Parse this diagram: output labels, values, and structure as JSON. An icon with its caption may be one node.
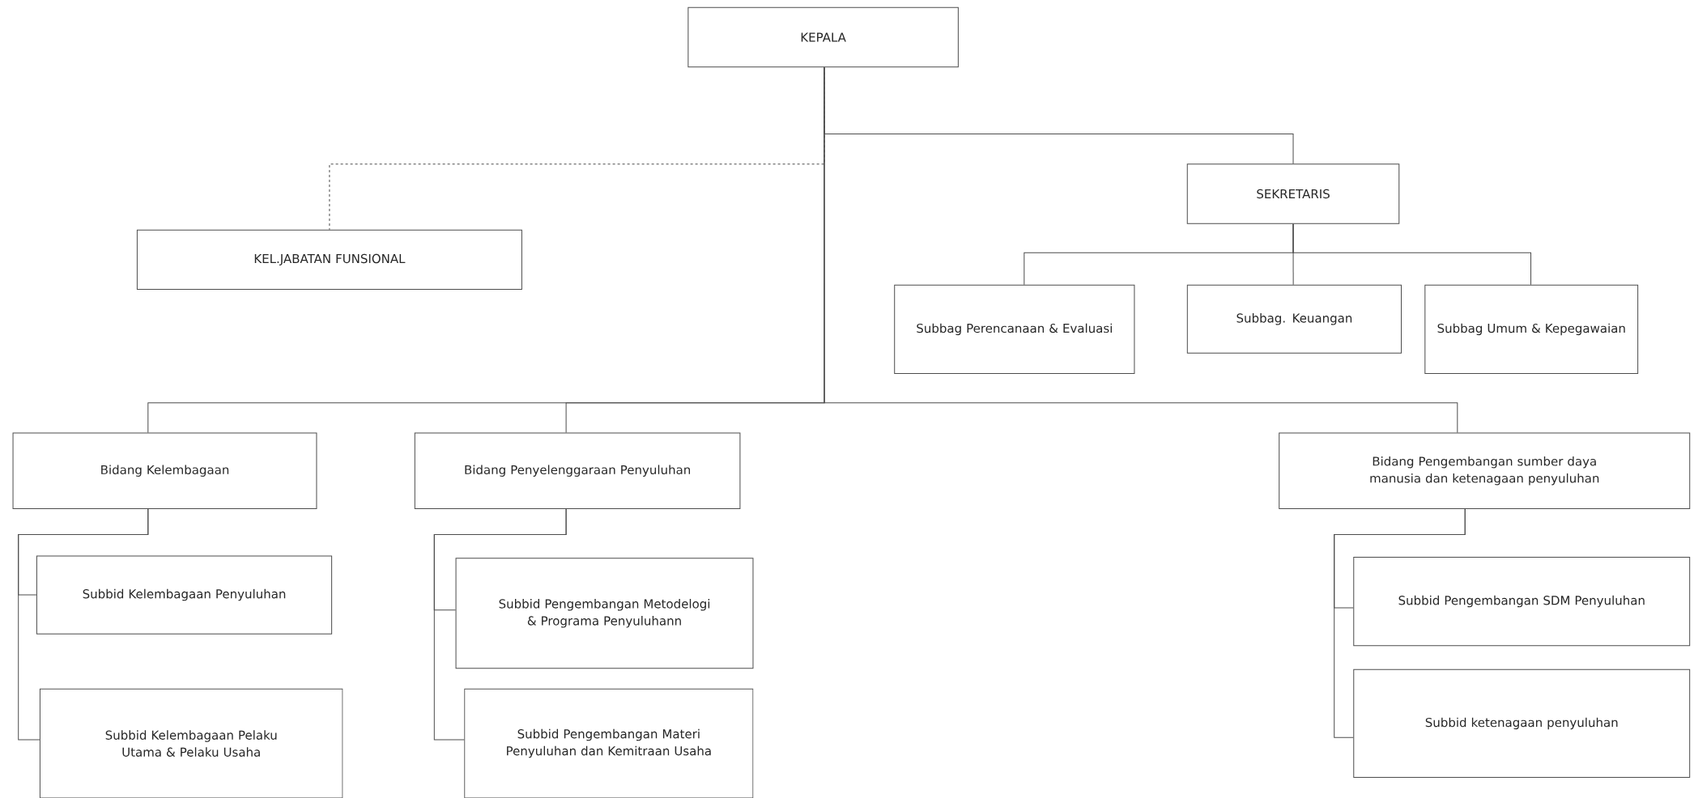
{
  "diagram": {
    "nodes": [
      {
        "text": [
          "KEPALA"
        ]
      },
      {
        "text": [
          "KEL.JABATAN FUNSIONAL"
        ]
      },
      {
        "text": [
          "SEKRETARIS"
        ]
      },
      {
        "text": [
          "Subbag Perencanaan & Evaluasi"
        ]
      },
      {
        "text": [
          "Subbag. Keuangan"
        ]
      },
      {
        "text": [
          "Subbag Umum & Kepegawaian"
        ]
      },
      {
        "text": [
          "Bidang Kelembagaan"
        ]
      },
      {
        "text": [
          "Bidang Penyelenggaraan Penyuluhan"
        ]
      },
      {
        "text": [
          "Bidang Pengembangan sumber daya manusia dan ketenagaan penyuluhan"
        ]
      },
      {
        "text": [
          "Subbid Kelembagaan Penyuluhan"
        ]
      },
      {
        "text": [
          "Subbid Kelembagaan Pelaku Utama & Pelaku Usaha"
        ]
      },
      {
        "text": [
          "Subbid Pengembangan Metodelogi & Programa Penyuluhann"
        ]
      },
      {
        "text": [
          "Subbid Pengembangan Materi Penyuluhan dan Kemitraan Usaha"
        ]
      },
      {
        "text": [
          "Subbid Pengembangan SDM Penyuluhan"
        ]
      },
      {
        "text": [
          "Subbid ketenagaan penyuluhan"
        ]
      }
    ],
    "edges": [
      {
        "from": 0,
        "to": 2,
        "arrow": "none"
      },
      {
        "from": 0,
        "to": 1,
        "arrow": "none",
        "style": "dashed"
      },
      {
        "from": 2,
        "to": 3,
        "arrow": "none"
      },
      {
        "from": 2,
        "to": 4,
        "arrow": "none"
      },
      {
        "from": 2,
        "to": 5,
        "arrow": "none"
      },
      {
        "from": 0,
        "to": 6,
        "arrow": "none"
      },
      {
        "from": 0,
        "to": 7,
        "arrow": "none"
      },
      {
        "from": 0,
        "to": 8,
        "arrow": "none"
      },
      {
        "from": 6,
        "to": 9,
        "arrow": "none"
      },
      {
        "from": 6,
        "to": 10,
        "arrow": "none"
      },
      {
        "from": 7,
        "to": 11,
        "arrow": "none"
      },
      {
        "from": 7,
        "to": 12,
        "arrow": "none"
      },
      {
        "from": 8,
        "to": 13,
        "arrow": "none"
      },
      {
        "from": 8,
        "to": 14,
        "arrow": "none"
      }
    ]
  }
}
